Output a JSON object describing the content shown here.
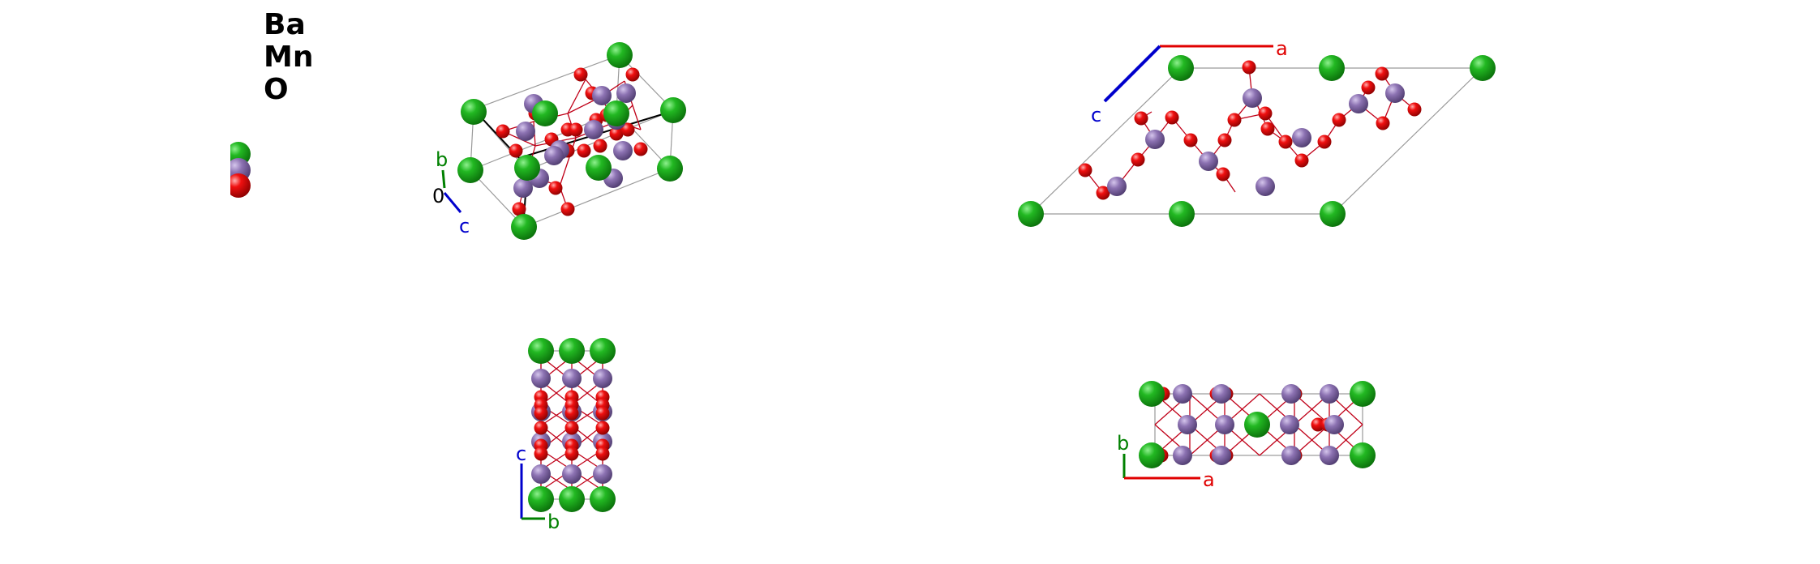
{
  "legend": {
    "elements": [
      {
        "label": "Ba",
        "color": "#19a519"
      },
      {
        "label": "Mn",
        "color": "#8a6fae"
      },
      {
        "label": "O",
        "color": "#ee0000"
      }
    ]
  },
  "axes": {
    "a": {
      "label": "a",
      "color": "#e00000"
    },
    "b": {
      "label": "b",
      "color": "#008000"
    },
    "c": {
      "label": "c",
      "color": "#0000cc"
    },
    "origin_label": "0"
  },
  "views": [
    {
      "name": "perspective-view",
      "axes_shown": [
        "b",
        "c"
      ],
      "origin_label": true
    },
    {
      "name": "b-axis-view",
      "axes_shown": [
        "c",
        "a"
      ]
    },
    {
      "name": "a-axis-view",
      "axes_shown": [
        "c",
        "b"
      ]
    },
    {
      "name": "c-axis-view",
      "axes_shown": [
        "b",
        "a"
      ]
    }
  ]
}
